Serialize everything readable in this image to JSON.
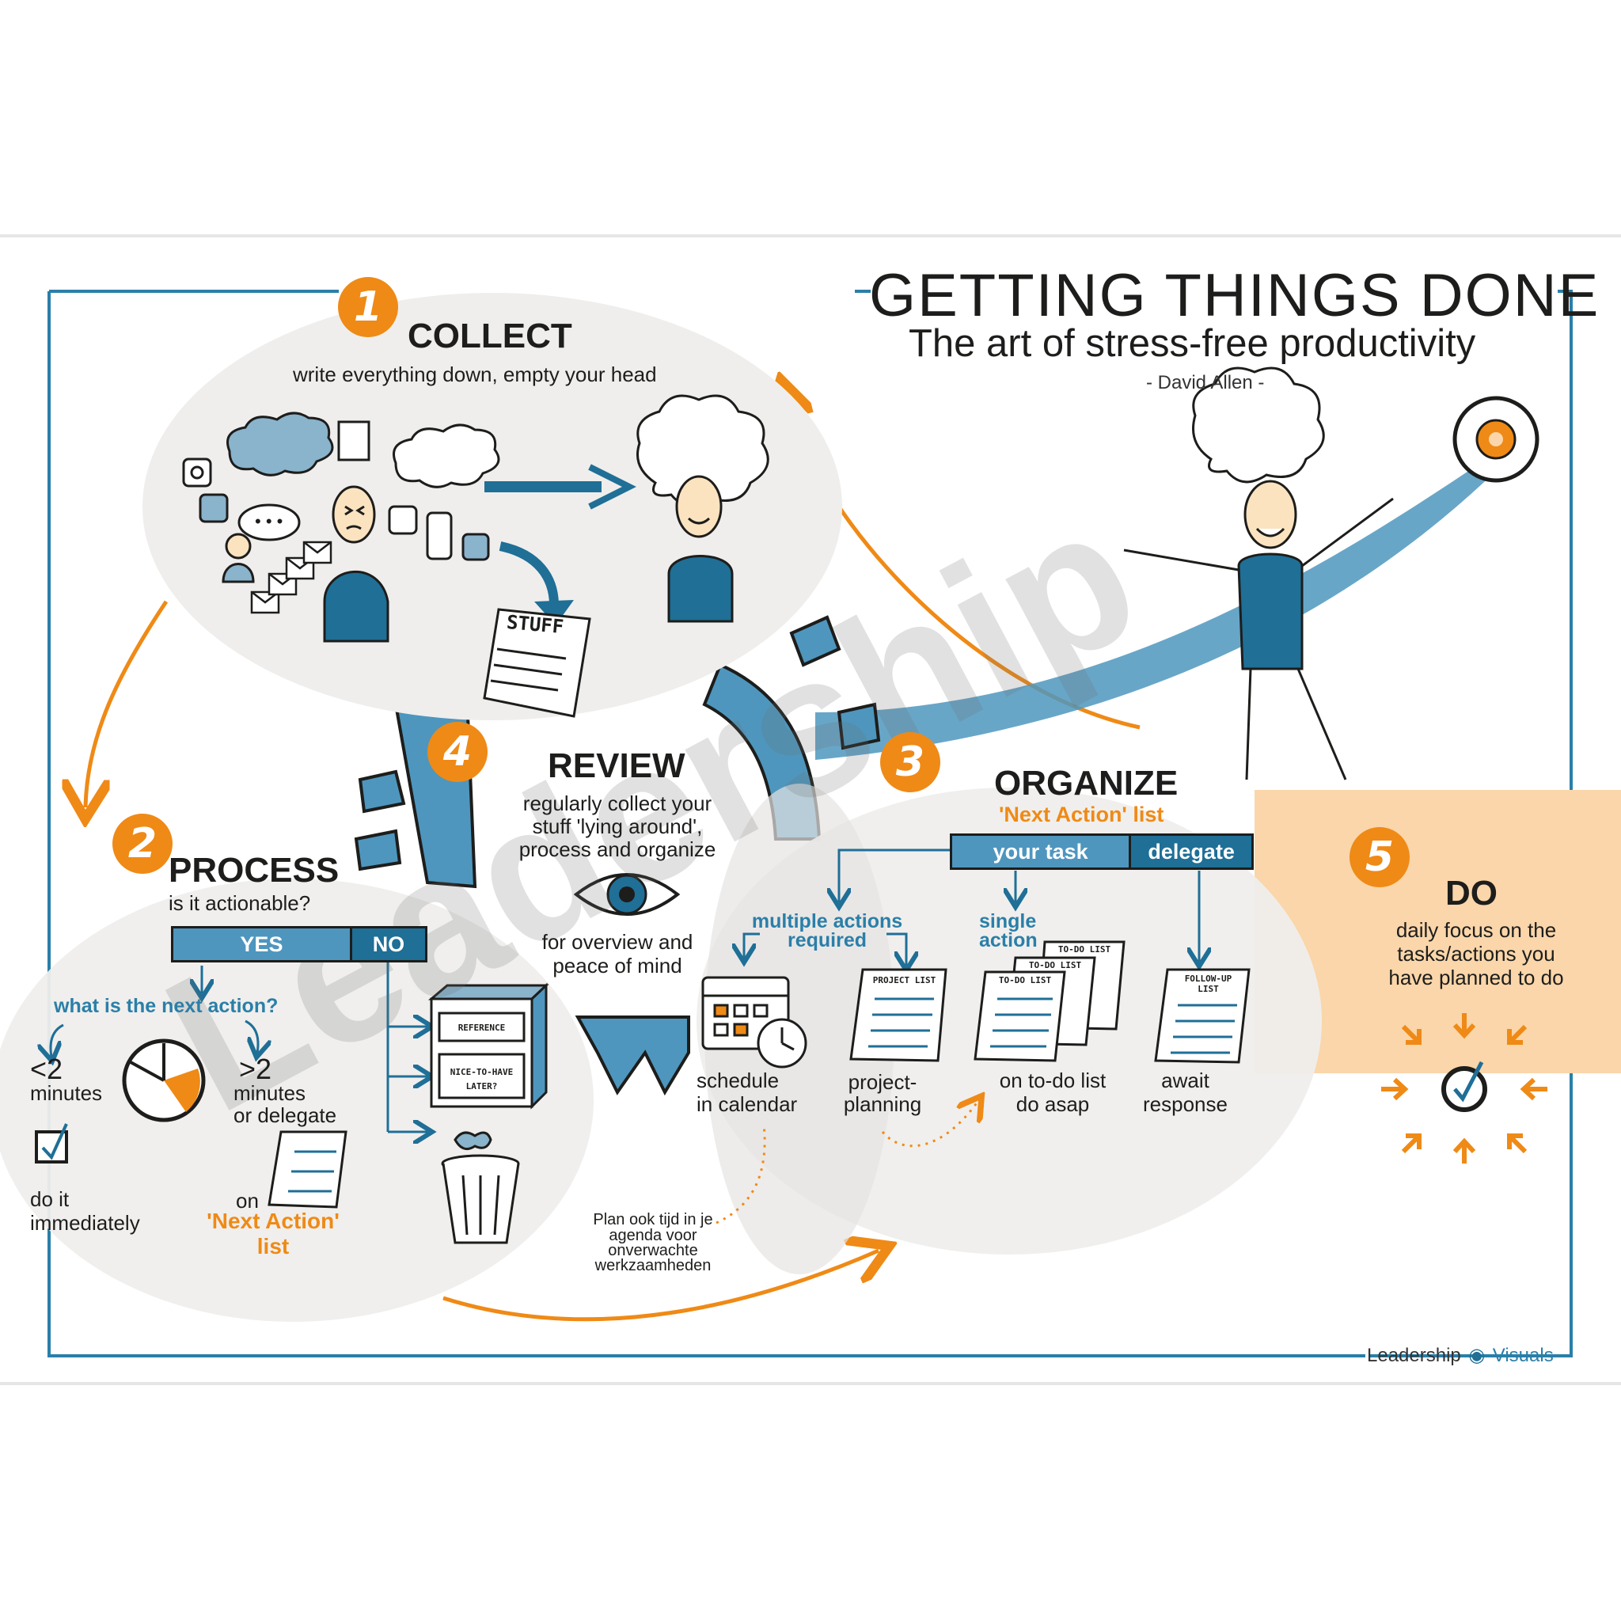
{
  "header": {
    "title": "GETTING THINGS DONE",
    "subtitle": "The art of stress-free productivity",
    "author": "- David Allen -"
  },
  "steps": {
    "collect": {
      "number": "1",
      "title": "COLLECT",
      "description": "write everything down, empty your head",
      "stuff_label": "STUFF"
    },
    "process": {
      "number": "2",
      "title": "PROCESS",
      "question": "is it actionable?",
      "yes": "YES",
      "no": "NO",
      "next_action_question": "what is the next action?",
      "lt2": "<2",
      "lt2_unit": "minutes",
      "gt2": ">2",
      "gt2_unit": "minutes",
      "gt2_extra": "or delegate",
      "do_it_1": "do it",
      "do_it_2": "immediately",
      "on_label": "on",
      "next_action_list_1": "'Next Action'",
      "next_action_list_2": "list",
      "cabinet_reference": "REFERENCE",
      "cabinet_nice_1": "NICE-TO-HAVE",
      "cabinet_nice_2": "LATER?"
    },
    "organize": {
      "number": "3",
      "title": "ORGANIZE",
      "list_name": "'Next Action' list",
      "your_task": "your task",
      "delegate": "delegate",
      "multiple_1": "multiple actions",
      "multiple_2": "required",
      "single_1": "single",
      "single_2": "action",
      "project_list": "PROJECT LIST",
      "todo_list": "TO-DO LIST",
      "followup_1": "FOLLOW-UP",
      "followup_2": "LIST",
      "schedule_1": "schedule",
      "schedule_2": "in calendar",
      "project_1": "project-",
      "project_2": "planning",
      "todo_1": "on to-do list",
      "todo_2": "do asap",
      "await_1": "await",
      "await_2": "response"
    },
    "review": {
      "number": "4",
      "title": "REVIEW",
      "line1": "regularly collect your",
      "line2": "stuff 'lying around',",
      "line3": "process and organize",
      "line4": "for overview and",
      "line5": "peace of mind"
    },
    "do": {
      "number": "5",
      "title": "DO",
      "line1": "daily focus on the",
      "line2": "tasks/actions you",
      "line3": "have planned to do"
    }
  },
  "note": {
    "line1": "Plan ook tijd in je",
    "line2": "agenda voor",
    "line3": "onverwachte",
    "line4": "werkzaamheden"
  },
  "footer": {
    "brand_1": "Leadership",
    "brand_2": "Visuals"
  },
  "colors": {
    "blue": "#1f6f97",
    "light_blue": "#4e96be",
    "orange": "#ef8a16",
    "peach": "#fad6aa",
    "bubble": "#efeeec",
    "frame": "#2a7fa8"
  },
  "icons": [
    "instagram-icon",
    "facebook-icon",
    "linkedin-icon",
    "phone-icon",
    "whatsapp-icon",
    "mail-icon",
    "eye-icon",
    "target-icon",
    "calendar-icon",
    "clock-icon",
    "checkbox-icon",
    "trash-bin-icon",
    "filing-cabinet-icon",
    "gear-icon"
  ]
}
